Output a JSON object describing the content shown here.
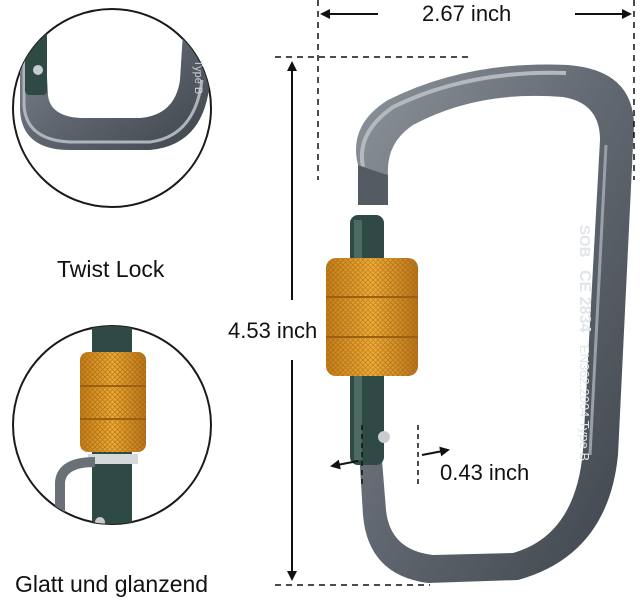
{
  "colors": {
    "background": "#ffffff",
    "carabiner_body": "#5f6670",
    "carabiner_highlight": "#9aa0a8",
    "gate": "#2f4a44",
    "sleeve": "#e39a22",
    "sleeve_dark": "#b9731a",
    "ink": "#111111"
  },
  "labels": {
    "twist_lock": "Twist Lock",
    "glatt": "Glatt und glanzend"
  },
  "dimensions": {
    "width": "2.67 inch",
    "height": "4.53 inch",
    "gate_opening": "0.43 inch"
  },
  "engraving": {
    "brand": "SOB",
    "ce_mark": "CE 2834",
    "standard": "EN362:2004 Type B"
  },
  "closeup_engraving": "Type B"
}
